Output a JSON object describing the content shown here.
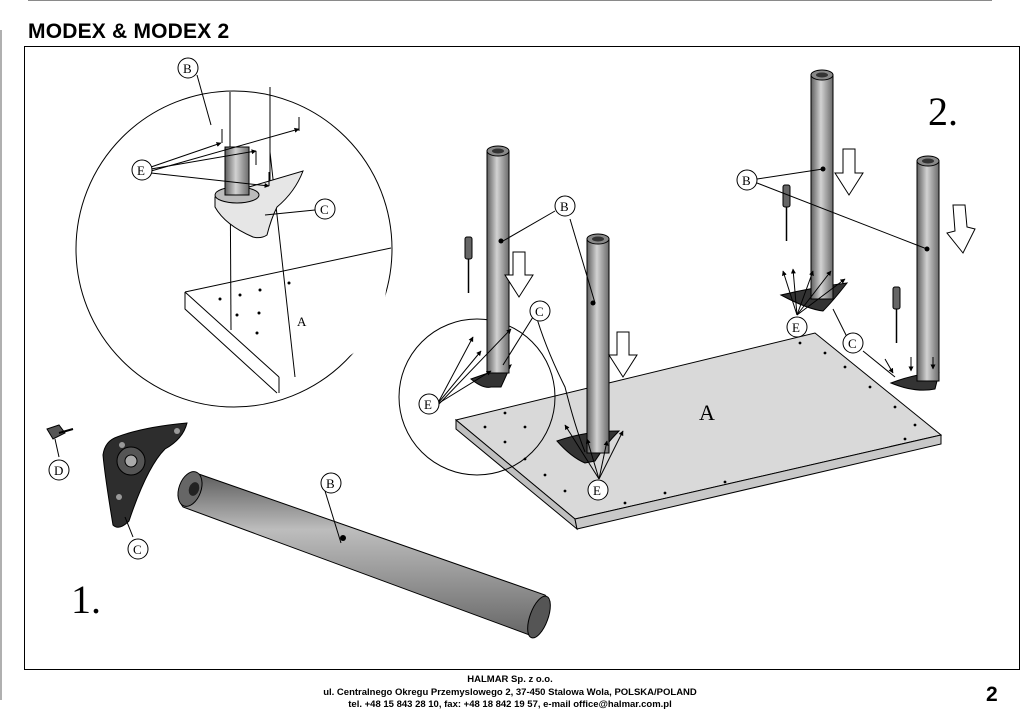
{
  "document": {
    "title": "MODEX & MODEX 2",
    "page_number": "2"
  },
  "steps": {
    "step1": "1.",
    "step2": "2."
  },
  "part_labels": {
    "A": "A",
    "B": "B",
    "C": "C",
    "D": "D",
    "E": "E"
  },
  "footer": {
    "company": "HALMAR Sp. z o.o.",
    "address": "ul. Centralnego Okregu Przemyslowego 2, 37-450 Stalowa Wola, POLSKA/POLAND",
    "contact": "tel. +48 15 843 28 10, fax: +48 18 842 19 57, e-mail office@halmar.com.pl"
  },
  "colors": {
    "line": "#000000",
    "tabletop": "#d8d8d8",
    "leg_dark": "#6a6a6a",
    "leg_light": "#c9c9c9"
  }
}
